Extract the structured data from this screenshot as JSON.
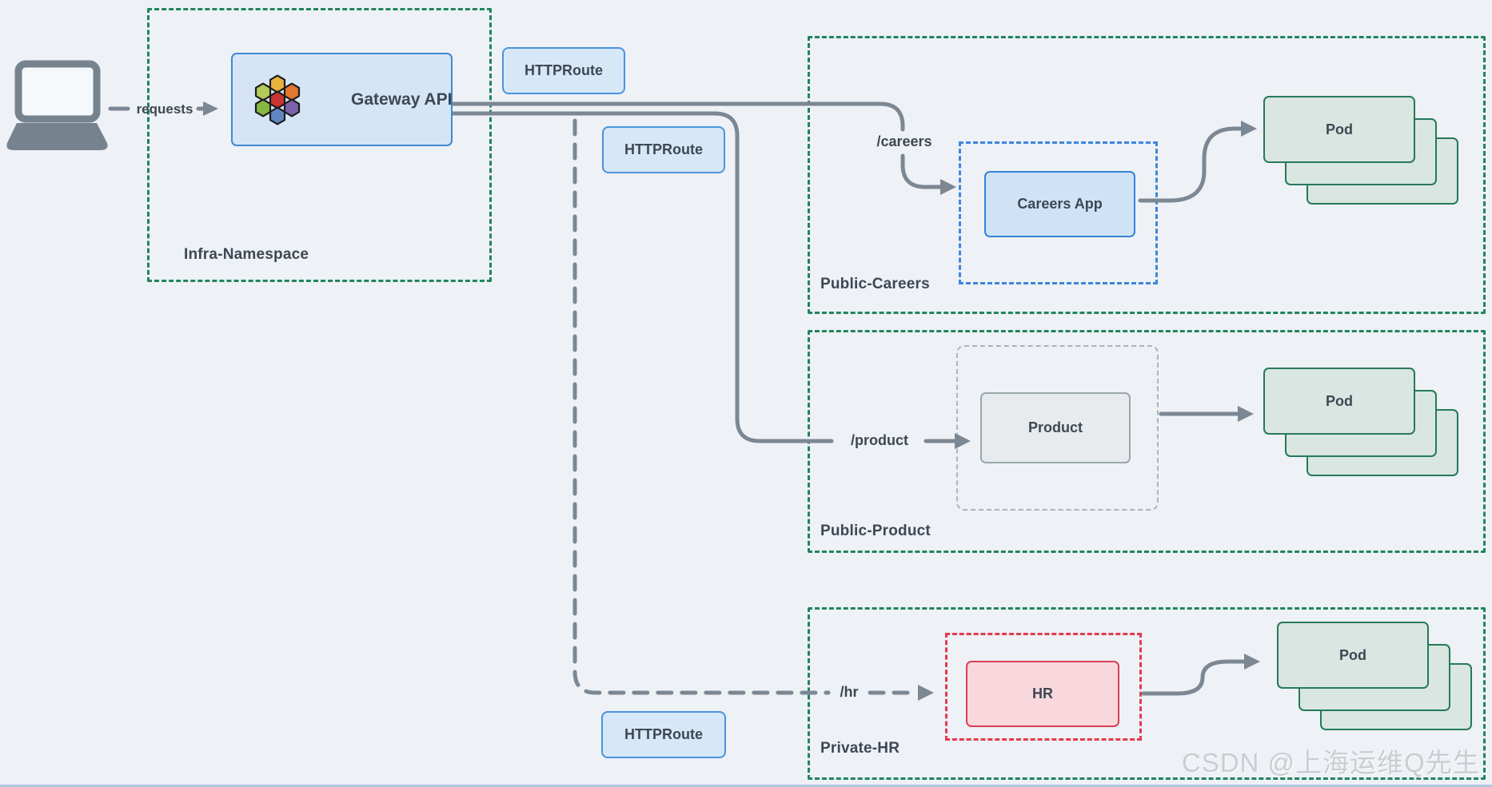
{
  "client": {
    "request_label": "requests"
  },
  "infra_namespace": {
    "name": "Infra-Namespace",
    "gateway": {
      "label": "Gateway API",
      "logo": "gateway-api-hexagon-cluster"
    }
  },
  "httproutes": [
    "HTTPRoute",
    "HTTPRoute",
    "HTTPRoute"
  ],
  "namespaces": [
    {
      "name": "Public-Careers",
      "path": "/careers",
      "service": "Careers App",
      "pod": "Pod",
      "boundary_color": "#3b87dd"
    },
    {
      "name": "Public-Product",
      "path": "/product",
      "service": "Product",
      "pod": "Pod",
      "boundary_color": "#aab5bd"
    },
    {
      "name": "Private-HR",
      "path": "/hr",
      "service": "HR",
      "pod": "Pod",
      "boundary_color": "#e23a50"
    }
  ],
  "watermark": "CSDN @上海运维Q先生",
  "colors": {
    "background": "#eef1f5",
    "namespace_border": "#1f855c",
    "connector": "#7c8794",
    "httproute_fill": "#d6e7f8",
    "httproute_border": "#4a94dc",
    "gateway_fill": "#d5e5f6",
    "gateway_border": "#3e8ad3",
    "pod_fill": "#d9e6e1",
    "pod_border": "#26795a",
    "careers_fill": "#cfe2f6",
    "careers_border": "#3884d6",
    "product_fill": "#e7ebed",
    "product_border": "#9aa5ad",
    "hr_fill": "#f8d8dc",
    "hr_border": "#d84055",
    "text": "#3d4853",
    "hexagon_colors": [
      "#e9b13d",
      "#b4c95a",
      "#e2772d",
      "#cb3434",
      "#84b842",
      "#7e61ab",
      "#6286c3"
    ]
  }
}
